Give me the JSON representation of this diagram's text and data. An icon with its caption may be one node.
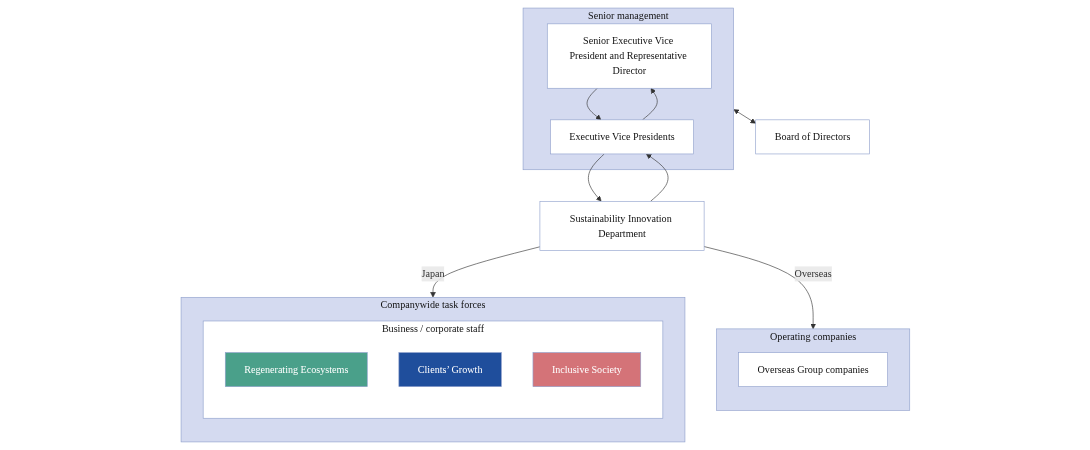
{
  "diagram": {
    "nodes": [
      {
        "text": [
          "Senior management"
        ]
      },
      {
        "text": [
          "Senior Executive Vice President and Representative Director"
        ],
        "in": 0
      },
      {
        "text": [
          "Executive Vice Presidents"
        ],
        "in": 0
      },
      {
        "text": [
          "Board of Directors"
        ]
      },
      {
        "text": [
          "Sustainability Innovation Department"
        ]
      },
      {
        "text": [
          "Companywide task forces"
        ]
      },
      {
        "text": [
          "Business / corporate staff"
        ],
        "in": 5
      },
      {
        "text": [
          "Regenerating Ecosystems"
        ],
        "in": 6
      },
      {
        "text": [
          "Clients’ Growth"
        ],
        "in": 6
      },
      {
        "text": [
          "Inclusive Society"
        ],
        "in": 6
      },
      {
        "text": [
          "Operating companies"
        ]
      },
      {
        "text": [
          "Overseas Group companies"
        ],
        "in": 10
      }
    ],
    "edges": [
      {
        "from": 2,
        "to": 1,
        "arrow": "to"
      },
      {
        "from": 1,
        "to": 2,
        "arrow": "to"
      },
      {
        "from": 4,
        "to": 2,
        "arrow": "to"
      },
      {
        "from": 2,
        "to": 4,
        "arrow": "to"
      },
      {
        "from": 0,
        "to": 3,
        "arrow": "both"
      },
      {
        "from": 4,
        "to": 5,
        "label": "Japan",
        "arrow": "to"
      },
      {
        "from": 4,
        "to": 10,
        "label": "Overseas",
        "arrow": "to"
      }
    ]
  }
}
